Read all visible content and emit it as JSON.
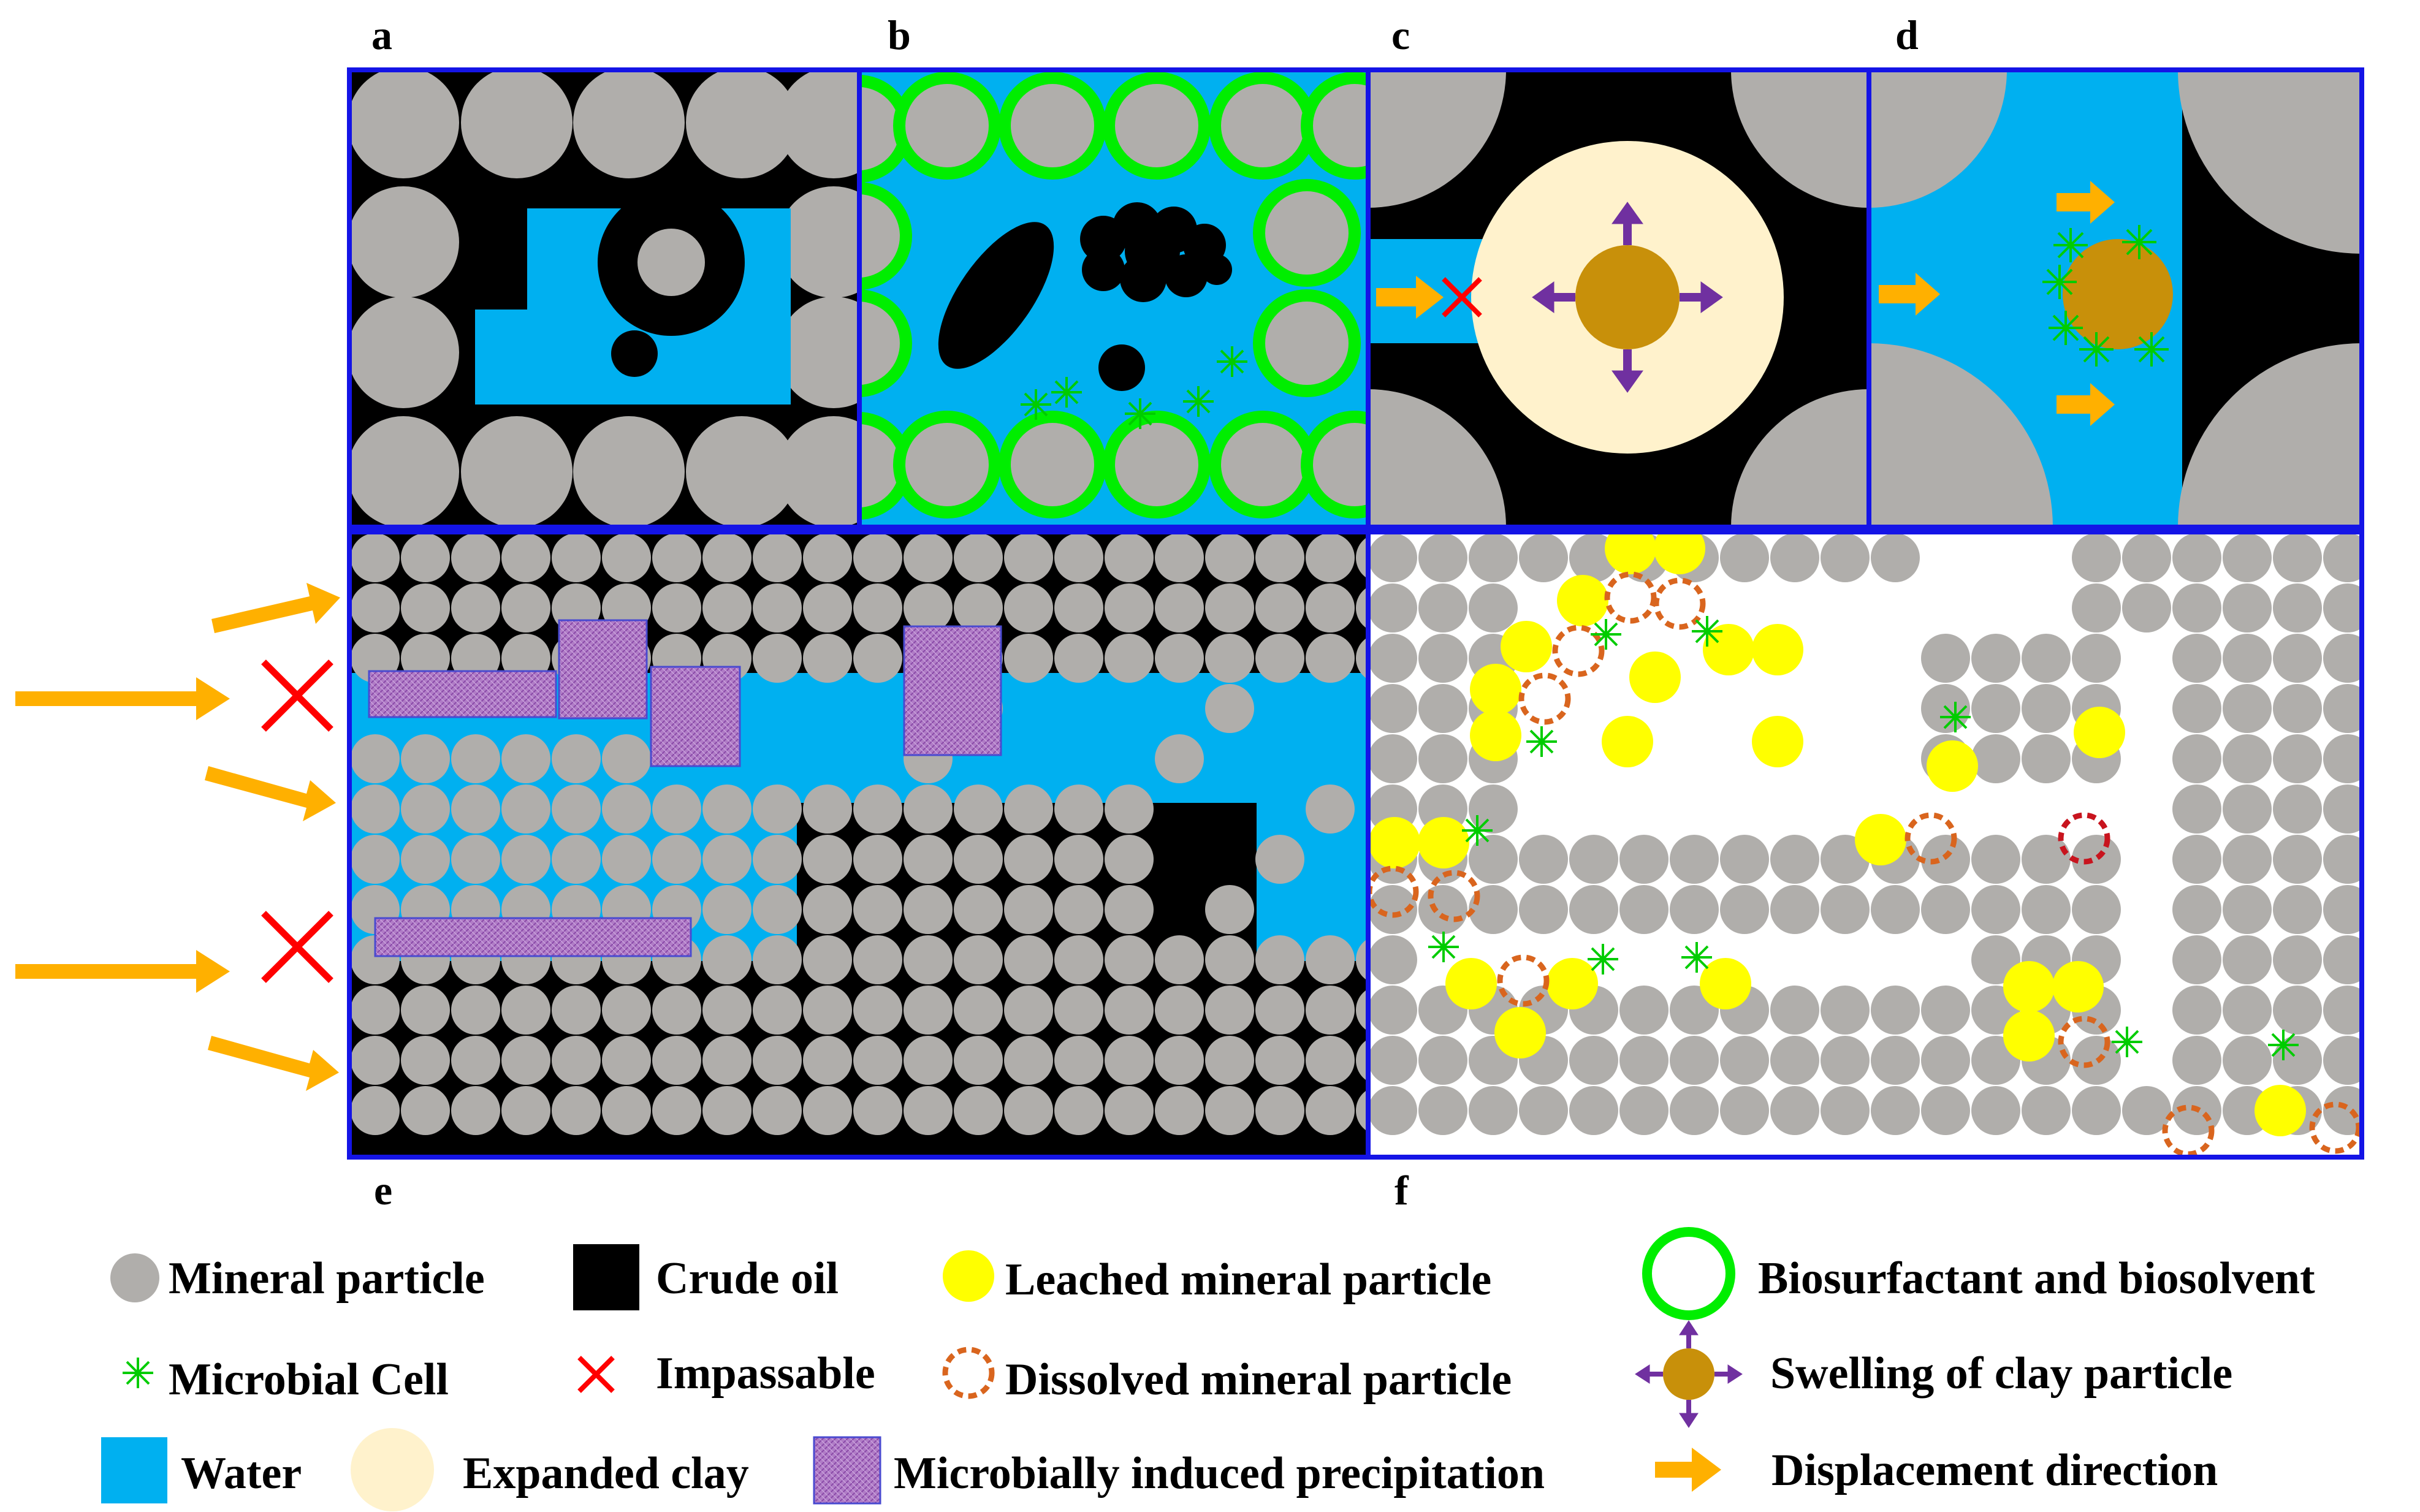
{
  "colors": {
    "mineral": "#b0aeab",
    "oil": "#000000",
    "water": "#00b0f0",
    "leached": "#ffff00",
    "dissolved": "#d9651e",
    "biosurfactant": "#00ee00",
    "expanded_clay": "#fff2cc",
    "clay_particle": "#c8900a",
    "swelling_arrow": "#7030a0",
    "displacement": "#ffb000",
    "impassable": "#ff0000",
    "precipitation": "#b07cc6",
    "panel_border": "#1414e6"
  },
  "panels": {
    "a": "a",
    "b": "b",
    "c": "c",
    "d": "d",
    "e": "e",
    "f": "f"
  },
  "legend": {
    "mineral_particle": "Mineral particle",
    "crude_oil": "Crude oil",
    "leached_mineral_particle": "Leached mineral particle",
    "biosurfactant_biosolvent": "Biosurfactant and biosolvent",
    "microbial_cell": "Microbial Cell",
    "impassable": "Impassable",
    "dissolved_mineral_particle": "Dissolved mineral particle",
    "swelling_of_clay_particle": "Swelling of clay particle",
    "water": "Water",
    "expanded_clay": "Expanded clay",
    "microbially_induced_precipitation": "Microbially induced precipitation",
    "displacement_direction": "Displacement direction"
  }
}
